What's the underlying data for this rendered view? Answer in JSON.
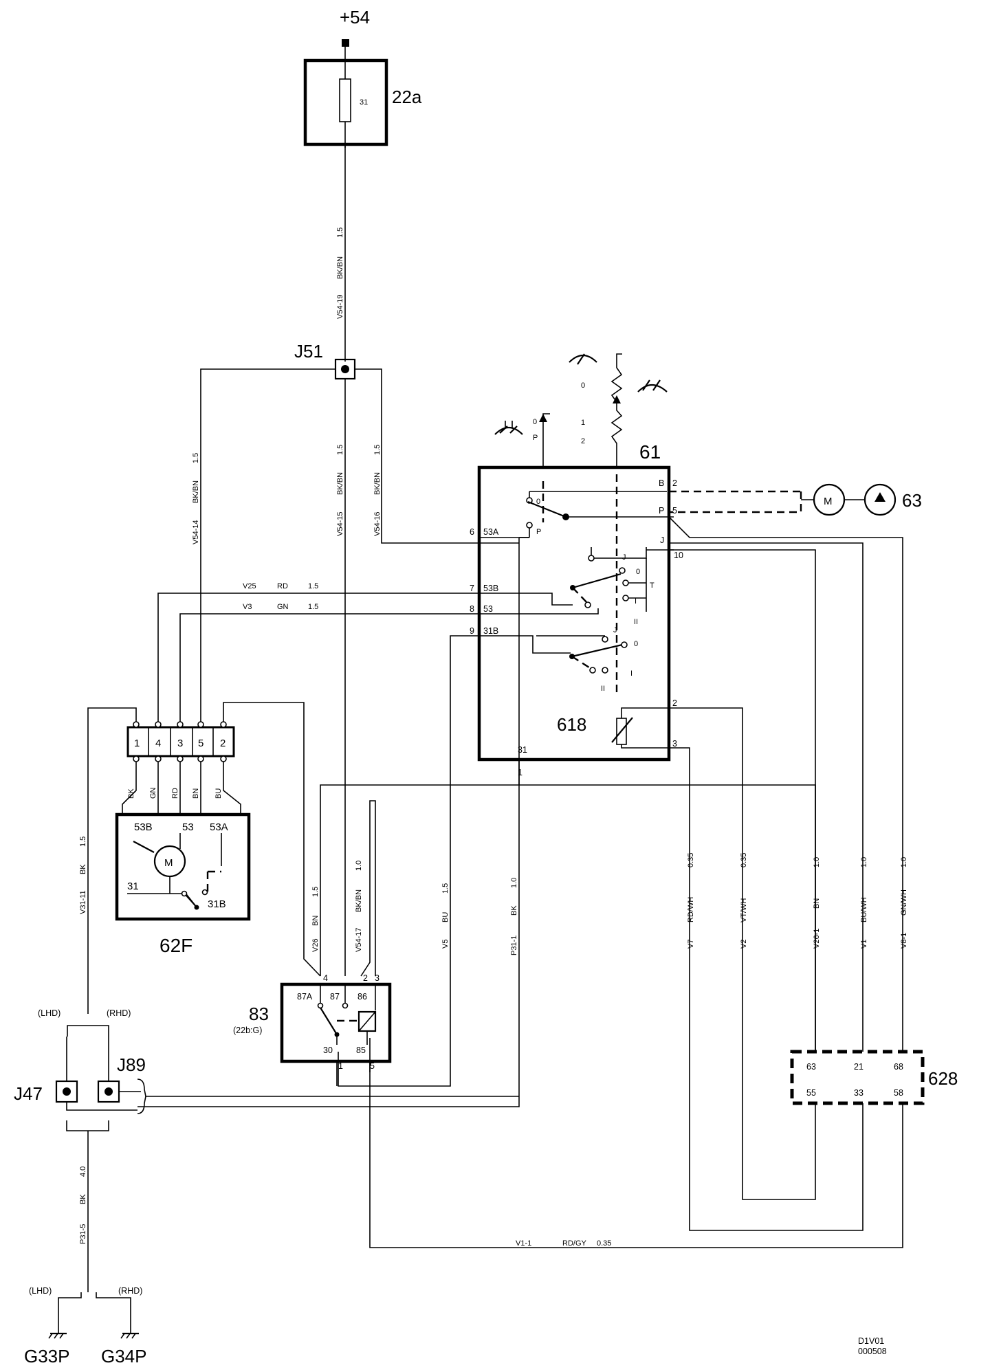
{
  "supply": {
    "label": "+54"
  },
  "fuse": {
    "id": "22a",
    "pin": "31"
  },
  "junctions": {
    "j51": "J51",
    "j47": "J47",
    "j89": "J89"
  },
  "grounds": {
    "left": "G33P",
    "right": "G34P",
    "lhd": "(LHD)",
    "rhd": "(RHD)"
  },
  "drive_side": {
    "lhd": "(LHD)",
    "rhd": "(RHD)"
  },
  "wires": {
    "v54_19": "V54-19",
    "v54_19_color": "BK/BN",
    "v54_19_size": "1.5",
    "v54_14": "V54-14",
    "v54_14_color": "BK/BN",
    "v54_14_size": "1.5",
    "v54_15": "V54-15",
    "v54_15_color": "BK/BN",
    "v54_15_size": "1.5",
    "v54_16": "V54-16",
    "v54_16_color": "BK/BN",
    "v54_16_size": "1.5",
    "v25": "V25",
    "v25_color": "RD",
    "v25_size": "1.5",
    "v3": "V3",
    "v3_color": "GN",
    "v3_size": "1.5",
    "v31_11": "V31-11",
    "v31_11_color": "BK",
    "v31_11_size": "1.5",
    "p31_5": "P31-5",
    "p31_5_color": "BK",
    "p31_5_size": "4.0",
    "v26": "V26",
    "v26_color": "BN",
    "v26_size": "1.5",
    "v54_17": "V54-17",
    "v54_17_color": "BK/BN",
    "v54_17_size": "1.0",
    "v5": "V5",
    "v5_color": "BU",
    "v5_size": "1.5",
    "p31_1": "P31-1",
    "p31_1_color": "BK",
    "p31_1_size": "1.0",
    "v7": "V7",
    "v7_color": "RD/WH",
    "v7_size": "0.35",
    "v2": "V2",
    "v2_color": "VT/WH",
    "v2_size": "0.35",
    "v26_1": "V26-1",
    "v26_1_color": "BN",
    "v26_1_size": "1.0",
    "v1": "V1",
    "v1_color": "BU/WH",
    "v1_size": "1.0",
    "v8_1": "V8-1",
    "v8_1_color": "GN/WH",
    "v8_1_size": "1.0",
    "v1_1": "V1-1",
    "v1_1_color": "RD/GY",
    "v1_1_size": "0.35"
  },
  "connector_62f": {
    "pins": [
      "1",
      "4",
      "3",
      "5",
      "2"
    ],
    "colors": [
      "BK",
      "GN",
      "RD",
      "BN",
      "BU"
    ]
  },
  "wiper_motor": {
    "id": "62F",
    "motor": "M",
    "terminals": {
      "t53b": "53B",
      "t53": "53",
      "t53a": "53A",
      "t31": "31",
      "t31b": "31B"
    }
  },
  "switch": {
    "id": "61",
    "pins": {
      "p6": "6",
      "p7": "7",
      "p8": "8",
      "p9": "9",
      "p2": "2",
      "p5": "5",
      "p10": "10",
      "p31": "31",
      "p1": "1",
      "r2": "2",
      "r3": "3"
    },
    "terminals": {
      "t53a": "53A",
      "t53b": "53B",
      "t53": "53",
      "t31b": "31B",
      "tB": "B",
      "tP": "P",
      "tJ": "J"
    },
    "positions": {
      "p0": "0",
      "pP": "P",
      "pJ": "J",
      "p0b": "0",
      "pT": "T",
      "pI": "I",
      "pII": "II",
      "pJ2": "J",
      "p0c": "0",
      "pI2": "I",
      "pII2": "II"
    },
    "icon_scale": {
      "s0": "0",
      "s1": "1",
      "s2": "2",
      "s0b": "0",
      "sP": "P"
    }
  },
  "rheostat": {
    "id": "618"
  },
  "washer": {
    "id": "63",
    "motor": "M"
  },
  "relay": {
    "id": "83",
    "ref": "(22b:G)",
    "terminals": {
      "t87a": "87A",
      "t87": "87",
      "t86": "86",
      "t30": "30",
      "t85": "85"
    },
    "pins": {
      "p4": "4",
      "p2": "2",
      "p3": "3",
      "p1": "1",
      "p5": "5"
    }
  },
  "module_628": {
    "id": "628",
    "pins": {
      "p63": "63",
      "p21": "21",
      "p68": "68",
      "p55": "55",
      "p33": "33",
      "p58": "58"
    }
  },
  "footer": {
    "code": "D1V01",
    "number": "000508"
  }
}
